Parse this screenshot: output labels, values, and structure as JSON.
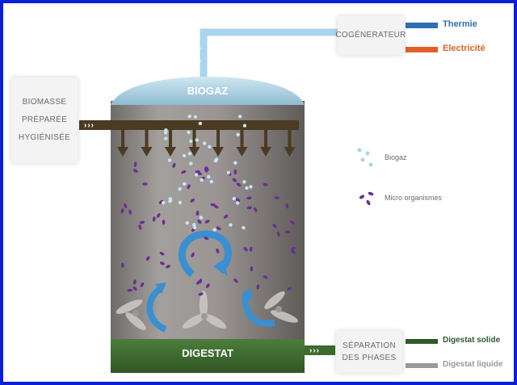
{
  "input_box": {
    "lines": [
      "BIOMASSE",
      "PRÉPARÉE",
      "HYGIÉNISÉE"
    ]
  },
  "tank": {
    "top_label": "BIOGAZ",
    "bottom_label": "DIGESTAT"
  },
  "cogen_box": {
    "label": "COGÉNERATEUR"
  },
  "cogen_outputs": [
    {
      "label": "Thermie",
      "color": "#2f6fb0"
    },
    {
      "label": "Electricité",
      "color": "#e0602a"
    }
  ],
  "separation_box": {
    "lines": [
      "SÉPARATION",
      "DES PHASES"
    ]
  },
  "separation_outputs": [
    {
      "label": "Digestat solide",
      "color": "#2e5a2a"
    },
    {
      "label": "Digestat liquide",
      "color": "#9a9a9a"
    }
  ],
  "legend": [
    {
      "label": "Biogaz",
      "icon": "biogas-bubbles-icon",
      "color": "#a8d4ec"
    },
    {
      "label": "Micro organismes",
      "icon": "microorganism-icon",
      "color": "#6a2f8f"
    }
  ],
  "colors": {
    "border": "#0a1fd6",
    "pipe": "#a9d6ee",
    "feed": "#4a3b22",
    "digestate": "#3e6b2f",
    "tank_body": "#8b8684"
  }
}
